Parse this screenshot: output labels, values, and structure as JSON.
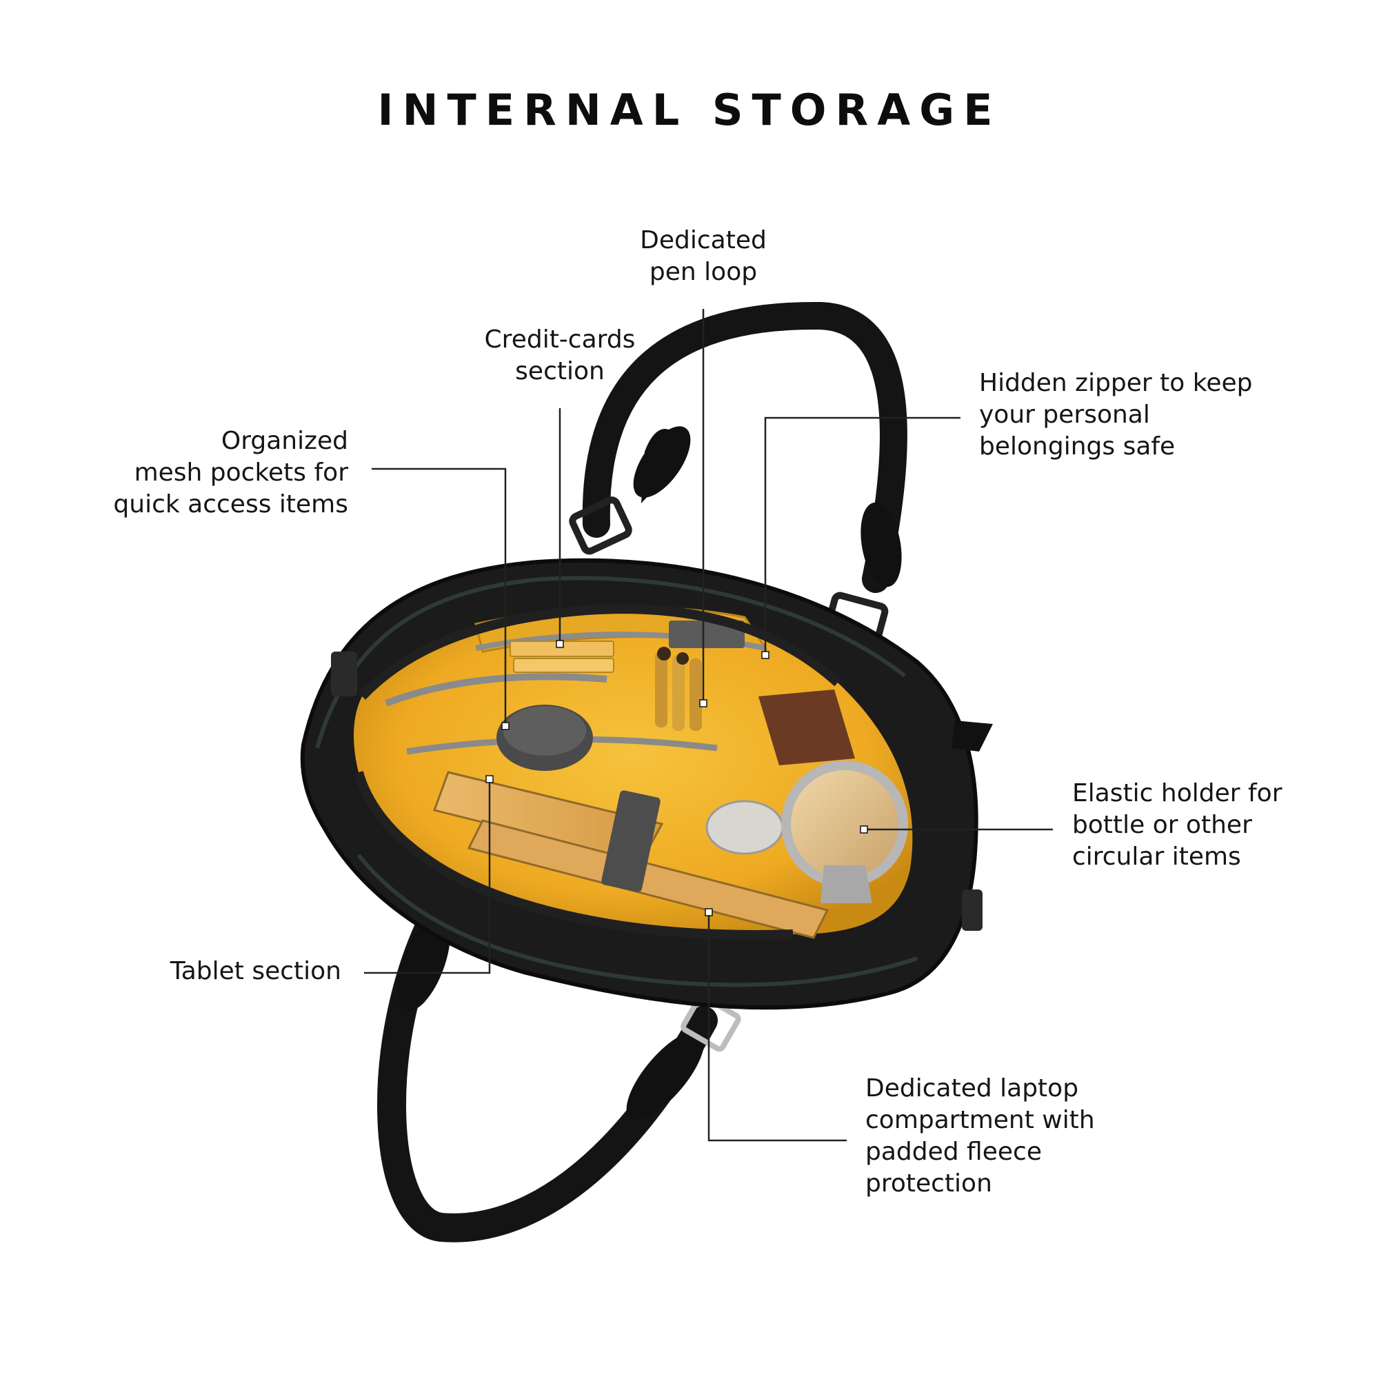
{
  "title": "INTERNAL STORAGE",
  "callouts": {
    "pen_loop": [
      "Dedicated",
      "pen loop"
    ],
    "credit_cards": [
      "Credit-cards",
      "section"
    ],
    "hidden_zipper": [
      "Hidden zipper to keep",
      "your personal",
      "belongings safe"
    ],
    "mesh_pockets": [
      "Organized",
      "mesh pockets for",
      "quick access items"
    ],
    "elastic_holder": [
      "Elastic holder for",
      "bottle or other",
      "circular items"
    ],
    "tablet": [
      "Tablet section"
    ],
    "laptop": [
      "Dedicated laptop",
      "compartment with",
      "padded fleece",
      "protection"
    ]
  },
  "colors": {
    "lining": "#f2b630",
    "lining_dark": "#d99a1c",
    "bag_body": "#1a1a1a",
    "leather": "#151515",
    "leader_line": "#222222"
  }
}
